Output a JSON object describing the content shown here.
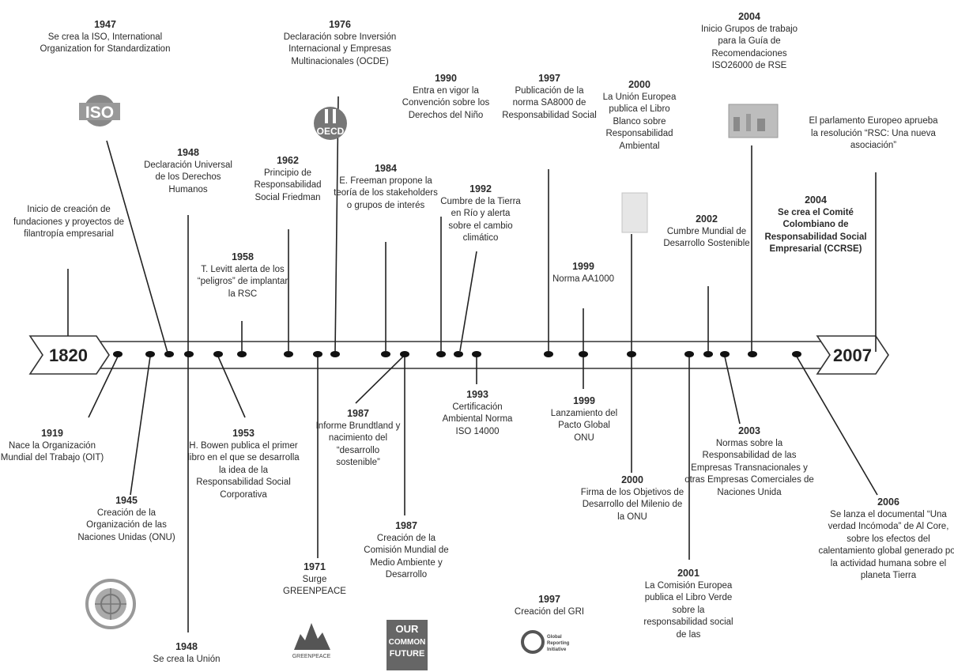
{
  "timeline": {
    "start_label": "1820",
    "end_label": "2007"
  },
  "events": [
    {
      "id": "e1820",
      "year": "",
      "text": "Inicio de creación de fundaciones y proyectos de filantropía empresarial"
    },
    {
      "id": "e1947",
      "year": "1947",
      "text": "Se crea la ISO, International Organization for Standardization"
    },
    {
      "id": "e1948a",
      "year": "1948",
      "text": "Declaración Universal de los Derechos Humanos"
    },
    {
      "id": "e1958",
      "year": "1958",
      "text": "T. Levitt alerta de los “peligros” de implantar la RSC"
    },
    {
      "id": "e1962",
      "year": "1962",
      "text": "Principio de Responsabilidad Social Friedman"
    },
    {
      "id": "e1976",
      "year": "1976",
      "text": "Declaración sobre Inversión Internacional y Empresas Multinacionales (OCDE)"
    },
    {
      "id": "e1984",
      "year": "1984",
      "text": "E. Freeman propone la teoría de los stakeholders o grupos de interés"
    },
    {
      "id": "e1990",
      "year": "1990",
      "text": "Entra en vigor la Convención sobre los Derechos del Niño"
    },
    {
      "id": "e1992",
      "year": "1992",
      "text": "Cumbre de la Tierra en Río y alerta sobre el cambio climático"
    },
    {
      "id": "e1997a",
      "year": "1997",
      "text": "Publicación de la norma SA8000 de Responsabilidad Social"
    },
    {
      "id": "e1999a",
      "year": "1999",
      "text": "Norma AA1000"
    },
    {
      "id": "e2000a",
      "year": "2000",
      "text": "La Unión Europea publica el Libro Blanco sobre Responsabilidad Ambiental"
    },
    {
      "id": "e2002",
      "year": "2002",
      "text": "Cumbre Mundial de Desarrollo Sostenible"
    },
    {
      "id": "e2004a",
      "year": "2004",
      "text": "Inicio Grupos de trabajo para la Guía de Recomendaciones ISO26000 de RSE"
    },
    {
      "id": "e2004b",
      "year": "2004",
      "text": "Se crea el Comité Colombiano de Responsabilidad Social Empresarial (CCRSE)"
    },
    {
      "id": "e2007",
      "year": "",
      "text": "El parlamento Europeo aprueba la resolución “RSC: Una nueva asociación”"
    },
    {
      "id": "e1919",
      "year": "1919",
      "text": "Nace la Organización Mundial del Trabajo (OIT)"
    },
    {
      "id": "e1945",
      "year": "1945",
      "text": "Creación de la Organización de las Naciones Unidas (ONU)"
    },
    {
      "id": "e1948b",
      "year": "1948",
      "text": "Se crea la Unión"
    },
    {
      "id": "e1953",
      "year": "1953",
      "text": "H. Bowen publica el primer libro en el que se desarrolla la idea de la Responsabilidad Social Corporativa"
    },
    {
      "id": "e1971",
      "year": "1971",
      "text": "Surge GREENPEACE"
    },
    {
      "id": "e1987a",
      "year": "1987",
      "text": "Informe Brundtland y nacimiento del “desarrollo sostenible”"
    },
    {
      "id": "e1987b",
      "year": "1987",
      "text": "Creación de la Comisión Mundial de Medio Ambiente y Desarrollo"
    },
    {
      "id": "e1993",
      "year": "1993",
      "text": "Certificación Ambiental Norma ISO 14000"
    },
    {
      "id": "e1997b",
      "year": "1997",
      "text": "Creación del GRI"
    },
    {
      "id": "e1999b",
      "year": "1999",
      "text": "Lanzamiento del Pacto Global ONU"
    },
    {
      "id": "e2000b",
      "year": "2000",
      "text": "Firma de los Objetivos de Desarrollo del Milenio de la ONU"
    },
    {
      "id": "e2001",
      "year": "2001",
      "text": "La Comisión Europea publica el Libro Verde sobre la responsabilidad social de las"
    },
    {
      "id": "e2003",
      "year": "2003",
      "text": "Normas sobre la Responsabilidad de las Empresas Transnacionales y otras Empresas Comerciales de Naciones Unida"
    },
    {
      "id": "e2006",
      "year": "2006",
      "text": "Se lanza el documental “Una verdad Incómoda” de Al Core, sobre los efectos del calentamiento global generado por la actividad humana sobre el planeta Tierra"
    }
  ],
  "logos": {
    "iso": "ISO",
    "oecd": "OECD",
    "greenpeace": "GREENPEACE",
    "our_common_future": "OUR COMMON FUTURE",
    "gri": "Global Reporting Initiative"
  }
}
